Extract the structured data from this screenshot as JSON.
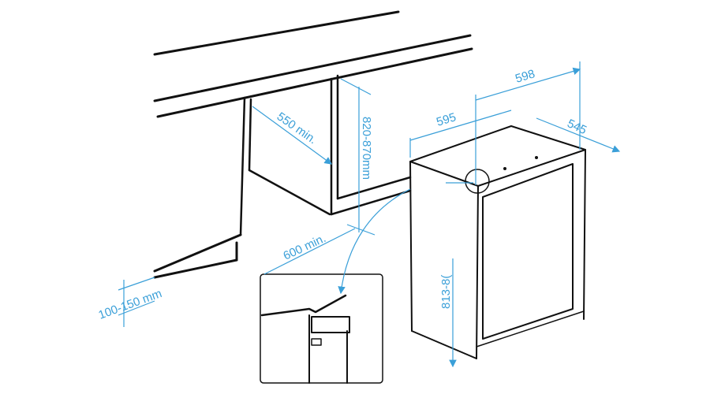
{
  "diagram": {
    "accent_color": "#3a9fd8",
    "line_color": "#111111",
    "labels": {
      "width_outer": "598",
      "width_inner": "595",
      "depth": "545",
      "niche_depth": "550 min.",
      "niche_height": "820-870mm",
      "niche_width": "600 min.",
      "plinth_height": "100-150 mm",
      "appliance_height": "813-8("
    }
  }
}
